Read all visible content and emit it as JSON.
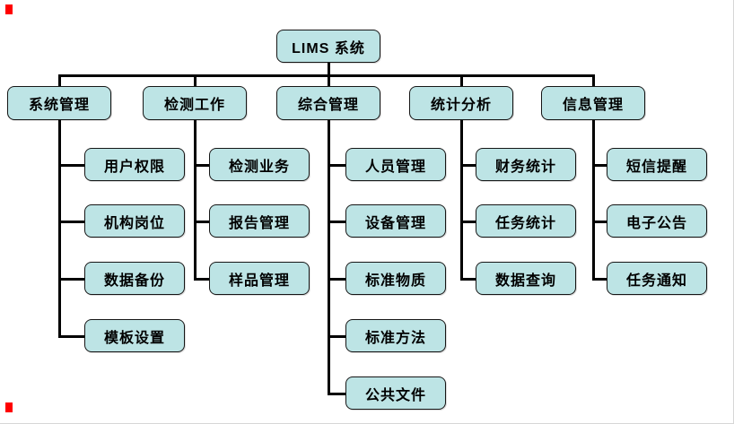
{
  "root": {
    "label": "LIMS 系统"
  },
  "branches": [
    {
      "label": "系统管理",
      "children": [
        "用户权限",
        "机构岗位",
        "数据备份",
        "模板设置"
      ]
    },
    {
      "label": "检测工作",
      "children": [
        "检测业务",
        "报告管理",
        "样品管理"
      ]
    },
    {
      "label": "综合管理",
      "children": [
        "人员管理",
        "设备管理",
        "标准物质",
        "标准方法",
        "公共文件"
      ]
    },
    {
      "label": "统计分析",
      "children": [
        "财务统计",
        "任务统计",
        "数据查询"
      ]
    },
    {
      "label": "信息管理",
      "children": [
        "短信提醒",
        "电子公告",
        "任务通知"
      ]
    }
  ],
  "colors": {
    "box_fill": "#bde4e5",
    "box_border": "#161616",
    "line": "#000000",
    "background": "#ffffff",
    "artifact_mark": "#ff0000"
  }
}
